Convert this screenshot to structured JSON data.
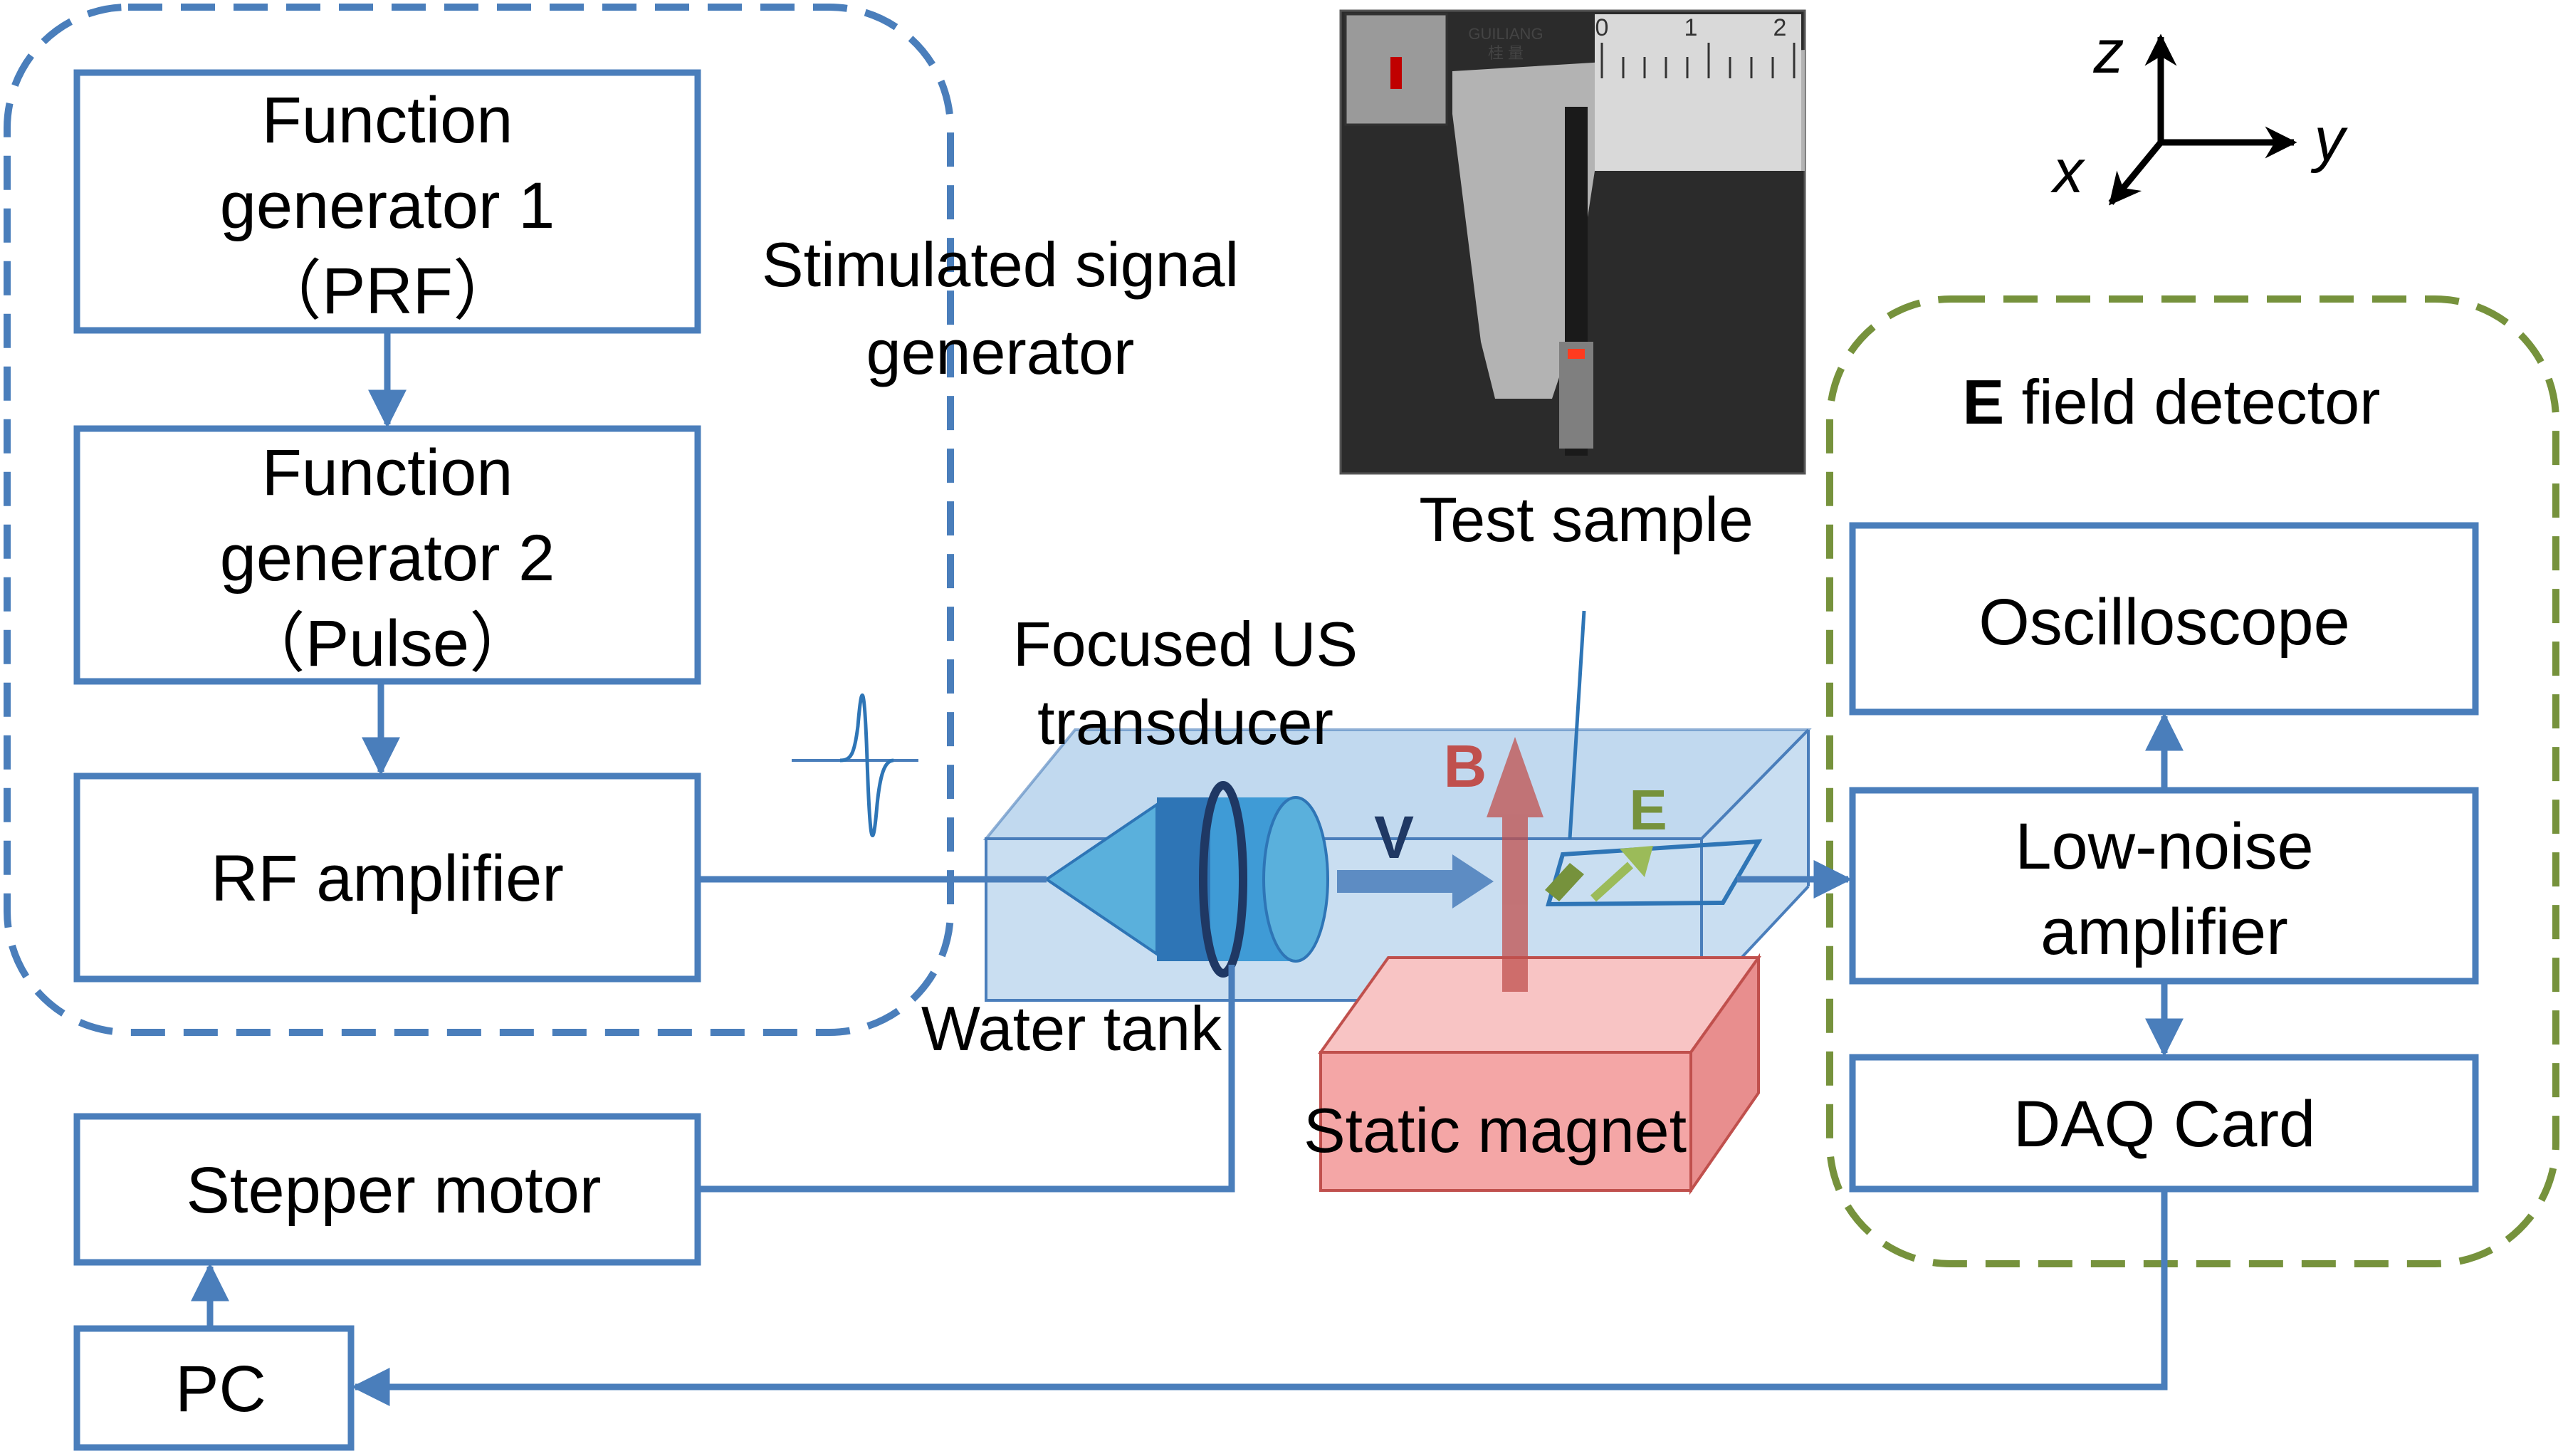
{
  "colors": {
    "box_stroke": "#4a7ebb",
    "signal_group_dash": "#4a7ebb",
    "detector_group_dash": "#76923c",
    "water_tank": "#9dc3e6",
    "magnet": "#f4a6a6",
    "b_arrow": "#c0504d",
    "v_label": "#1f3864",
    "e_label": "#76923c"
  },
  "signal_group": {
    "label_line1": "Stimulated signal",
    "label_line2": "generator"
  },
  "boxes": {
    "fg1": {
      "line1": "Function",
      "line2": "generator 1",
      "line3": "（PRF）"
    },
    "fg2": {
      "line1": "Function",
      "line2": "generator 2",
      "line3": "（Pulse）"
    },
    "rf": {
      "label": "RF amplifier"
    },
    "stepper": {
      "label": "Stepper motor"
    },
    "pc": {
      "label": "PC"
    },
    "oscilloscope": {
      "label": "Oscilloscope"
    },
    "lna": {
      "line1": "Low-noise",
      "line2": "amplifier"
    },
    "daq": {
      "label": "DAQ Card"
    }
  },
  "detector_group": {
    "label_bold": "E",
    "label_rest": " field detector"
  },
  "labels": {
    "transducer_line1": "Focused US",
    "transducer_line2": "transducer",
    "water_tank": "Water tank",
    "static_magnet": "Static magnet",
    "test_sample": "Test sample",
    "v": "V",
    "b": "B",
    "e": "E"
  },
  "axes": {
    "z": "z",
    "y": "y",
    "x": "x"
  },
  "photo": {
    "brand_line1": "GUILIANG",
    "brand_line2": "桂 量",
    "scale_0": "0",
    "scale_1": "1",
    "scale_2": "2"
  }
}
